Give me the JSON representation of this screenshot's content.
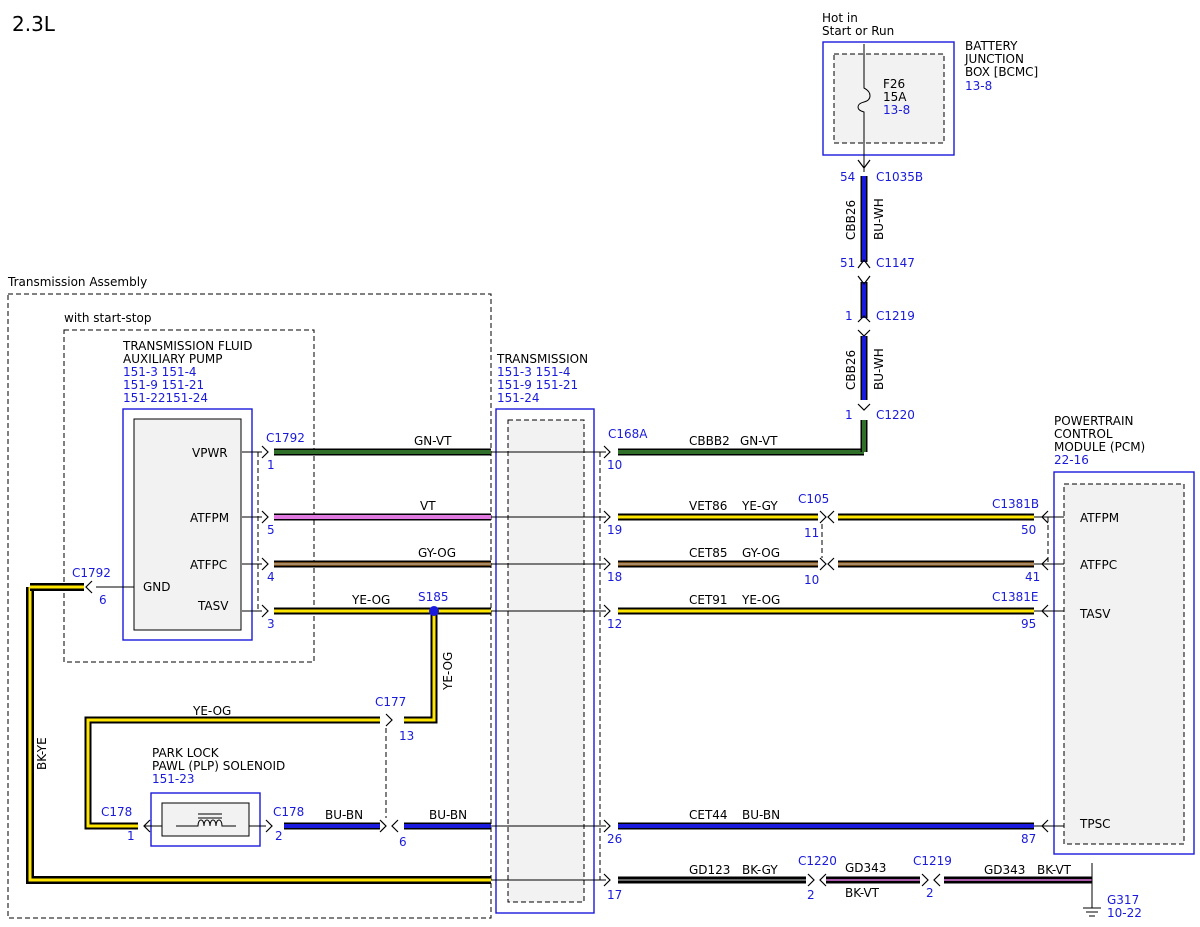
{
  "engine": "2.3L",
  "hot": {
    "line1": "Hot in",
    "line2": "Start or Run"
  },
  "bjb": {
    "line1": "BATTERY",
    "line2": "JUNCTION",
    "line3": "BOX [BCMC]",
    "ref": "13-8",
    "fuse": "F26",
    "amp": "15A",
    "fref": "13-8"
  },
  "trans_assy": "Transmission Assembly",
  "start_stop": "with start-stop",
  "pump": {
    "line1": "TRANSMISSION FLUID",
    "line2": "AUXILIARY PUMP",
    "r1": "151-3 151-4",
    "r2": "151-9  151-21",
    "r3": "151-22151-24"
  },
  "trans": {
    "line1": "TRANSMISSION",
    "r1": "151-3 151-4",
    "r2": "151-9  151-21",
    "r3": "151-24"
  },
  "pcm": {
    "line1": "POWERTRAIN",
    "line2": "CONTROL",
    "line3": "MODULE (PCM)",
    "ref": "22-16"
  },
  "plp": {
    "line1": "PARK LOCK",
    "line2": "PAWL (PLP) SOLENOID",
    "ref": "151-23"
  },
  "pins": {
    "vpwr": "VPWR",
    "atfpm": "ATFPM",
    "atfpc": "ATFPC",
    "gnd": "GND",
    "tasv": "TASV",
    "tpsc": "TPSC"
  },
  "conn": {
    "c1035b": "C1035B",
    "c1147": "C1147",
    "c1219": "C1219",
    "c1220": "C1220",
    "c1792": "C1792",
    "c168a": "C168A",
    "c105": "C105",
    "c1381b": "C1381B",
    "c1381e": "C1381E",
    "c177": "C177",
    "c178": "C178",
    "s185": "S185",
    "g317": "G317",
    "g317ref": "10-22"
  },
  "nums": {
    "n54": "54",
    "n51": "51",
    "n1": "1",
    "n10": "10",
    "n5": "5",
    "n19": "19",
    "n11": "11",
    "n50": "50",
    "n4": "4",
    "n18": "18",
    "n41": "41",
    "n6": "6",
    "n3": "3",
    "n12": "12",
    "n95": "95",
    "n13": "13",
    "n2": "2",
    "n26": "26",
    "n87": "87",
    "n17": "17"
  },
  "wires": {
    "cbb26": "CBB26",
    "buwh": "BU-WH",
    "gnvt": "GN-VT",
    "cbbb2": "CBBB2",
    "vt": "VT",
    "vet86": "VET86",
    "yegy": "YE-GY",
    "gyog": "GY-OG",
    "cet85": "CET85",
    "yeog": "YE-OG",
    "cet91": "CET91",
    "bkye": "BK-YE",
    "bubn": "BU-BN",
    "cet44": "CET44",
    "gd123": "GD123",
    "bkgy": "BK-GY",
    "gd343": "GD343",
    "bkvt": "BK-VT"
  },
  "colors": {
    "blue": "#1a1adc",
    "green": "#2f6f2a",
    "violet": "#e07ae0",
    "yellow": "#ffe600",
    "grey": "#8a8a8a",
    "orange": "#d88a2a",
    "black": "#111111"
  }
}
